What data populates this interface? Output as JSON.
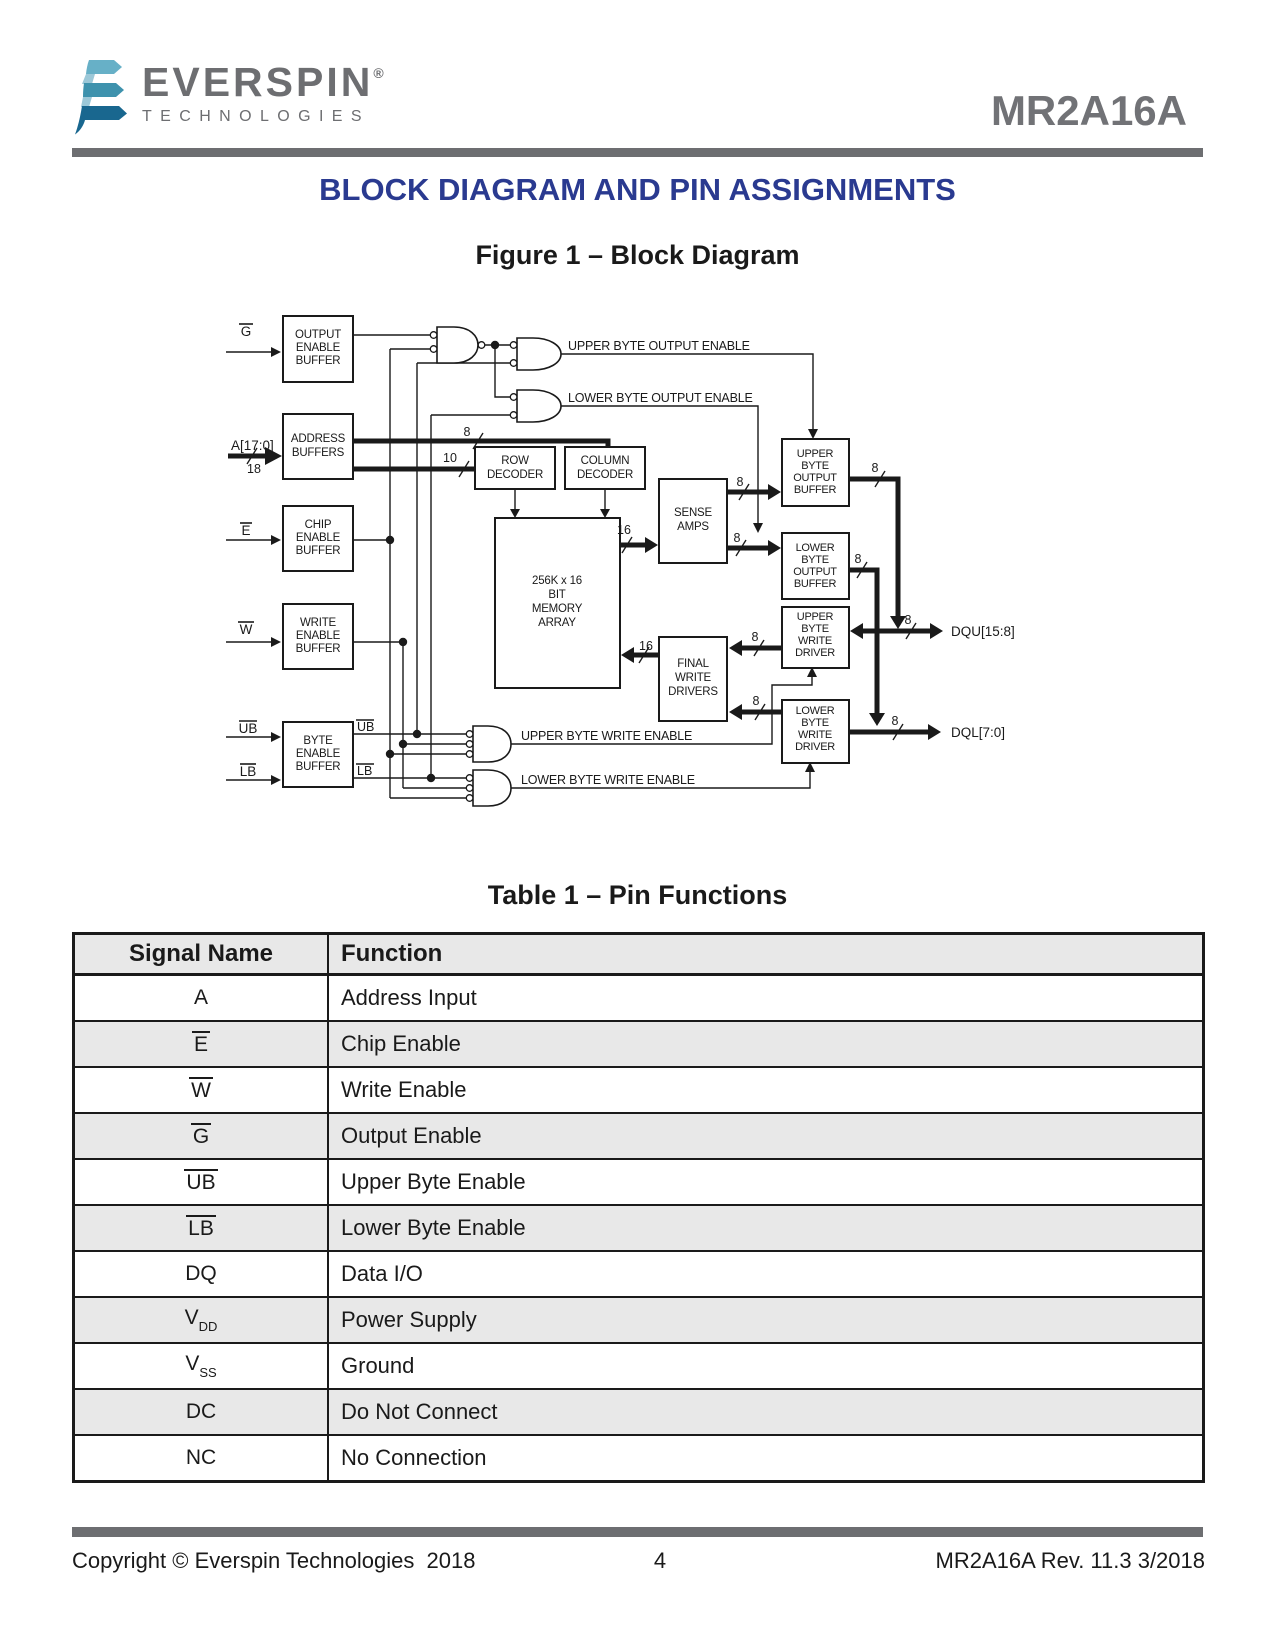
{
  "header": {
    "logo": {
      "name": "EVERSPIN",
      "registered": "®",
      "subtitle": "TECHNOLOGIES"
    },
    "product": "MR2A16A"
  },
  "headings": {
    "section": "BLOCK DIAGRAM AND PIN ASSIGNMENTS",
    "figure": "Figure 1 – Block Diagram",
    "table": "Table 1 – Pin Functions"
  },
  "diagram": {
    "boxes": {
      "output_enable_buffer": [
        "OUTPUT",
        "ENABLE",
        "BUFFER"
      ],
      "address_buffers": [
        "ADDRESS",
        "BUFFERS"
      ],
      "chip_enable_buffer": [
        "CHIP",
        "ENABLE",
        "BUFFER"
      ],
      "write_enable_buffer": [
        "WRITE",
        "ENABLE",
        "BUFFER"
      ],
      "byte_enable_buffer": [
        "BYTE",
        "ENABLE",
        "BUFFER"
      ],
      "row_decoder": [
        "ROW",
        "DECODER"
      ],
      "column_decoder": [
        "COLUMN",
        "DECODER"
      ],
      "memory_array": [
        "256K x 16",
        "BIT",
        "MEMORY",
        "ARRAY"
      ],
      "sense_amps": [
        "SENSE",
        "AMPS"
      ],
      "final_write_drivers": [
        "FINAL",
        "WRITE",
        "DRIVERS"
      ],
      "upper_byte_output_buffer": [
        "UPPER",
        "BYTE",
        "OUTPUT",
        "BUFFER"
      ],
      "lower_byte_output_buffer": [
        "LOWER",
        "BYTE",
        "OUTPUT",
        "BUFFER"
      ],
      "upper_byte_write_driver": [
        "UPPER",
        "BYTE",
        "WRITE",
        "DRIVER"
      ],
      "lower_byte_write_driver": [
        "LOWER",
        "BYTE",
        "WRITE",
        "DRIVER"
      ]
    },
    "inputs": {
      "g": "G",
      "a": "A[17:0]",
      "e": "E",
      "w": "W",
      "ub": "UB",
      "lb": "LB"
    },
    "buffer_outputs": {
      "ub": "UB",
      "lb": "LB"
    },
    "nets": {
      "upper_byte_output_enable": "UPPER BYTE OUTPUT ENABLE",
      "lower_byte_output_enable": "LOWER BYTE OUTPUT ENABLE",
      "upper_byte_write_enable": "UPPER BYTE WRITE ENABLE",
      "lower_byte_write_enable": "LOWER BYTE WRITE ENABLE"
    },
    "pins": {
      "dqu": "DQU[15:8]",
      "dql": "DQL[7:0]"
    },
    "bus_widths": {
      "w8": "8",
      "w10": "10",
      "w16": "16",
      "w18": "18"
    }
  },
  "table": {
    "headers": [
      "Signal Name",
      "Function"
    ],
    "rows": [
      {
        "signal": "A",
        "func": "Address Input"
      },
      {
        "signal": "E",
        "func": "Chip Enable"
      },
      {
        "signal": "W",
        "func": "Write Enable"
      },
      {
        "signal": "G",
        "func": "Output Enable"
      },
      {
        "signal": "UB",
        "func": "Upper Byte Enable"
      },
      {
        "signal": "LB",
        "func": "Lower Byte Enable"
      },
      {
        "signal": "DQ",
        "func": "Data I/O"
      },
      {
        "signal": "V",
        "sub": "DD",
        "func": "Power Supply"
      },
      {
        "signal": "V",
        "sub": "SS",
        "func": "Ground"
      },
      {
        "signal": "DC",
        "func": "Do Not Connect"
      },
      {
        "signal": "NC",
        "func": "No Connection"
      }
    ]
  },
  "footer": {
    "copyright": "Copyright © Everspin Technologies  2018",
    "page": "4",
    "revision": "MR2A16A Rev. 11.3 3/2018"
  },
  "colors": {
    "accent_blue": "#2a3a90",
    "bar_gray": "#6d6e71",
    "logo_light_blue": "#67b0c7",
    "logo_teal": "#3e92ad",
    "logo_dark_blue": "#19678f",
    "table_alt_row": "#e8e8e8",
    "ink": "#1a1a1a"
  }
}
